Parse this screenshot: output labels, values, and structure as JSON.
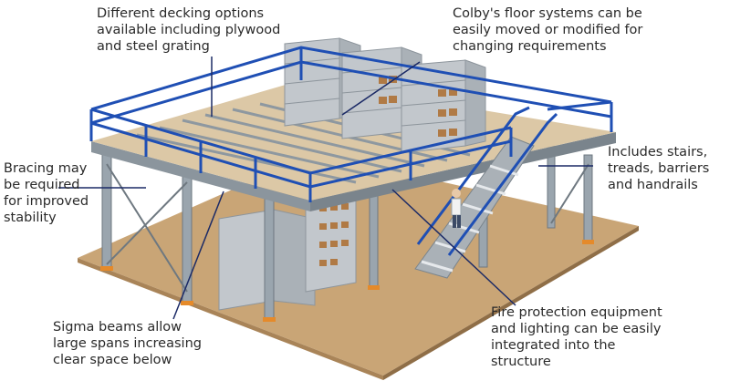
{
  "callouts": {
    "decking": [
      "Different decking options",
      "available including plywood",
      "and steel grating"
    ],
    "modify": [
      "Colby's floor systems can be",
      "easily moved or modified for",
      "changing requirements"
    ],
    "stairs": [
      "Includes stairs,",
      "treads, barriers",
      "and handrails"
    ],
    "bracing": [
      "Bracing may",
      "be required",
      "for improved",
      "stability"
    ],
    "sigma": [
      "Sigma beams allow",
      "large spans increasing",
      "clear space below"
    ],
    "fire": [
      "Fire protection equipment",
      "and lighting can be easily",
      "integrated into the",
      "structure"
    ]
  },
  "colors": {
    "ground": "#c9a576",
    "deck": "#dcc8a6",
    "railing": "#1f4fb4",
    "steel": "#9aa5ae",
    "shelving": "#c2c7cc",
    "boxes": "#b07a45",
    "callout_line": "#1b2a66"
  }
}
